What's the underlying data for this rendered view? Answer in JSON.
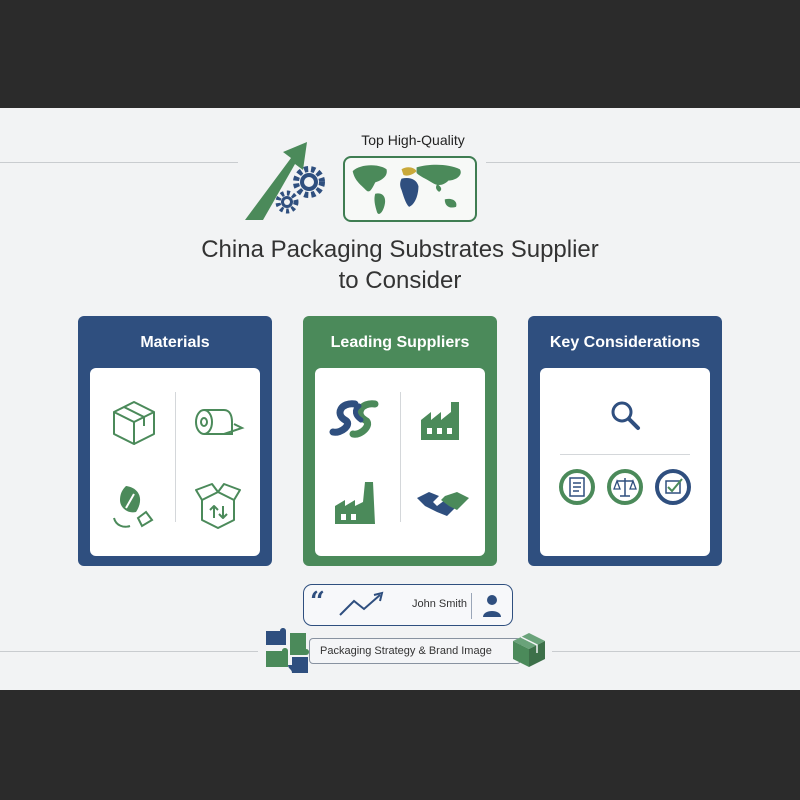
{
  "header": {
    "top_label": "Top High-Quality",
    "title_line1": "China Packaging Substrates Supplier",
    "title_line2": "to Consider"
  },
  "cards": [
    {
      "title": "Materials",
      "icons": [
        "cardboard-box-icon",
        "paper-roll-icon",
        "leaf-recycle-icon",
        "open-box-arrows-icon"
      ]
    },
    {
      "title": "Leading Suppliers",
      "icons": [
        "supplier-logo-icon",
        "factory-icon",
        "factory-chimney-icon",
        "handshake-icon"
      ]
    },
    {
      "title": "Key Considerations",
      "icons": [
        "magnifier-icon",
        "checklist-icon",
        "scales-icon",
        "checkbox-icon"
      ]
    }
  ],
  "testimonial": {
    "author": "John Smith"
  },
  "footer": {
    "strategy_label": "Packaging Strategy & Brand Image"
  },
  "colors": {
    "navy": "#2f4f7f",
    "green": "#4b8a5a",
    "background": "#f2f3f4",
    "dark_frame": "#2b2b2b"
  }
}
